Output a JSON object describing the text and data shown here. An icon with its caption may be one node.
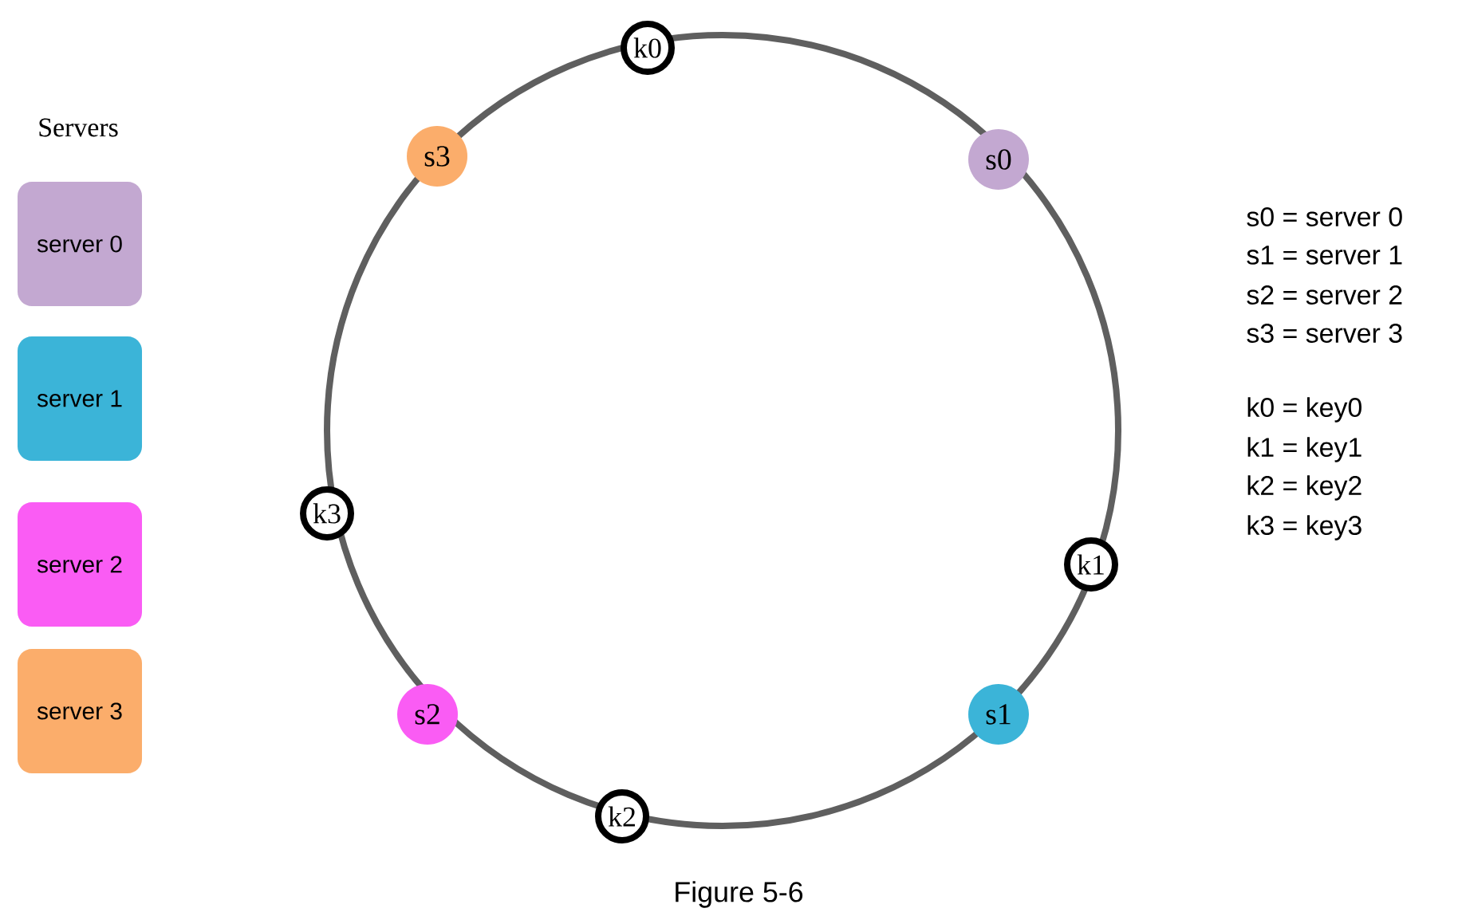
{
  "diagram": {
    "caption": "Figure 5-6",
    "nodes": [
      {
        "text": [
          "server 0"
        ]
      },
      {
        "text": [
          "server 1"
        ]
      },
      {
        "text": [
          "server 2"
        ]
      },
      {
        "text": [
          "server 3"
        ]
      },
      {
        "text": [
          "s0"
        ]
      },
      {
        "text": [
          "s1"
        ]
      },
      {
        "text": [
          "s2"
        ]
      },
      {
        "text": [
          "s3"
        ]
      },
      {
        "text": [
          "k0"
        ]
      },
      {
        "text": [
          "k1"
        ]
      },
      {
        "text": [
          "k2"
        ]
      },
      {
        "text": [
          "k3"
        ]
      }
    ],
    "labels": [
      "Servers",
      "s0 = server 0",
      "s1 = server 1",
      "s2 = server 2",
      "s3 = server 3",
      "k0 = key0",
      "k1 = key1",
      "k2 = key2",
      "k3 = key3"
    ]
  }
}
